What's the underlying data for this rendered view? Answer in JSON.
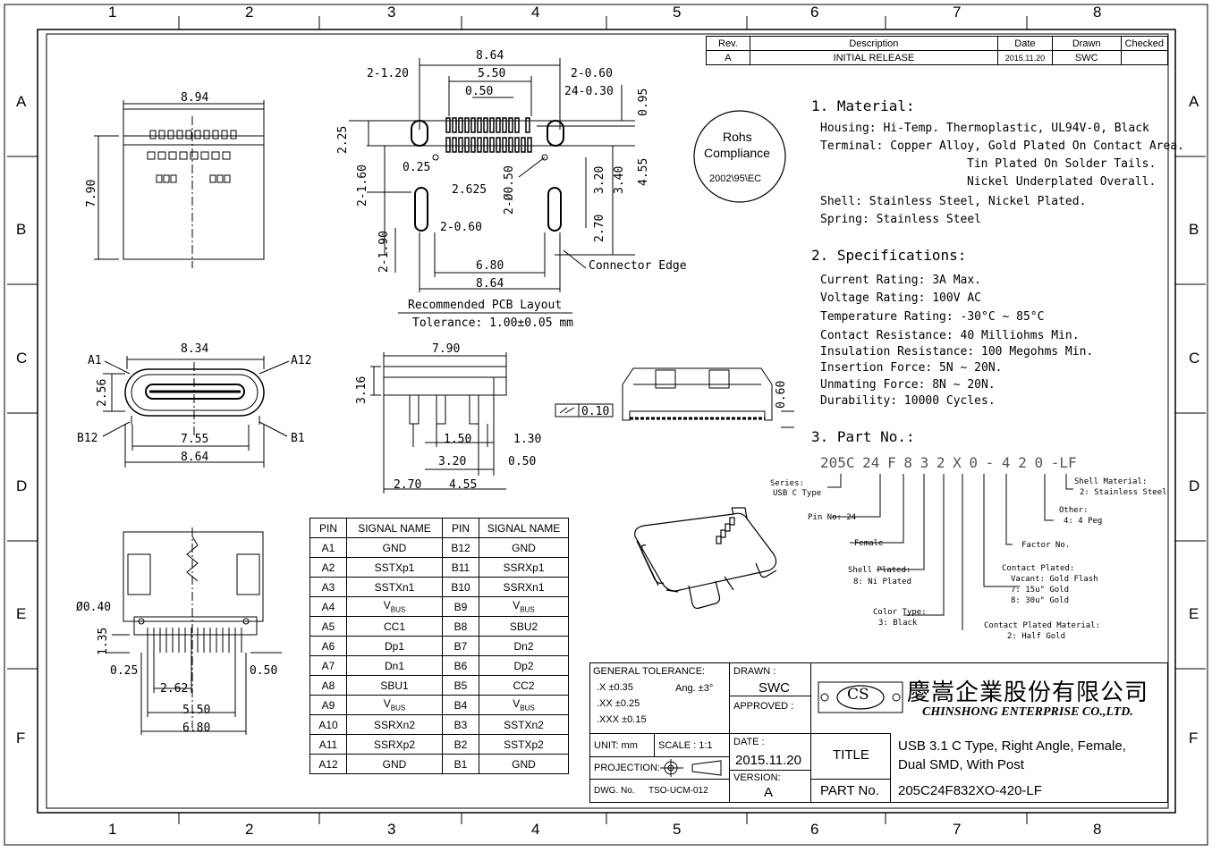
{
  "zones": {
    "columns": [
      "1",
      "2",
      "3",
      "4",
      "5",
      "6",
      "7",
      "8"
    ],
    "rows": [
      "A",
      "B",
      "C",
      "D",
      "E",
      "F"
    ]
  },
  "revision_table": {
    "headers": [
      "Rev.",
      "Description",
      "Date",
      "Drawn",
      "Checked"
    ],
    "row": [
      "A",
      "INITIAL RELEASE",
      "2015.11.20",
      "SWC",
      ""
    ]
  },
  "rohs": {
    "line1": "Rohs",
    "line2": "Compliance",
    "line3": "2002\\95\\EC"
  },
  "material": {
    "heading": "1. Material:",
    "lines": [
      "Housing: Hi-Temp. Thermoplastic, UL94V-0, Black",
      "Terminal: Copper Alloy, Gold Plated On Contact Area.",
      "Tin Plated On Solder Tails.",
      "Nickel Underplated Overall.",
      "Shell: Stainless Steel, Nickel Plated.",
      "Spring: Stainless Steel"
    ]
  },
  "specifications": {
    "heading": "2. Specifications:",
    "lines": [
      "Current Rating: 3A Max.",
      "Voltage Rating: 100V AC",
      "Temperature Rating: -30°C ~ 85°C",
      "Contact Resistance: 40 Milliohms Min.",
      "Insulation Resistance: 100 Megohms Min.",
      "Insertion Force: 5N ~ 20N.",
      "Unmating Force: 8N ~ 20N.",
      "Durability: 10000 Cycles."
    ]
  },
  "part_no": {
    "heading": "3. Part No.:",
    "code": "205C 24 F 8 3 2 X 0 - 4 2 0 -LF",
    "callouts": {
      "series": "Series:",
      "series2": "USB C Type",
      "pin_no": "Pin No: 24",
      "female": "Female",
      "shell_plated": "Shell Plated:",
      "shell_plated2": "8: Ni Plated",
      "color_type": "Color Type:",
      "color_type2": "3: Black",
      "contact_plated_material": "Contact Plated Material:",
      "contact_plated_material2": "2: Half Gold",
      "contact_plated": "Contact Plated:",
      "contact_plated2": "Vacant: Gold Flash",
      "contact_plated3": "7: 15u\" Gold",
      "contact_plated4": "8: 30u\" Gold",
      "factor_no": "Factor No.",
      "other": "Other:",
      "other2": "4: 4 Peg",
      "shell_material": "Shell Material:",
      "shell_material2": "2: Stainless Steel"
    }
  },
  "pcb_layout": {
    "title": "Recommended PCB Layout",
    "tolerance": "Tolerance: 1.00±0.05 mm",
    "dims": {
      "w864_top": "8.64",
      "w550": "5.50",
      "w050": "0.50",
      "d2_120": "2-1.20",
      "d2_060_tr": "2-0.60",
      "d24_030": "24-0.30",
      "v095": "0.95",
      "v225": "2.25",
      "v2_160": "2-1.60",
      "d025": "0.25",
      "d2625": "2.625",
      "d2_050": "2-Ø0.50",
      "v320": "3.20",
      "v340": "3.40",
      "v455": "4.55",
      "d2_060": "2-0.60",
      "v2_190": "2-1.90",
      "v270": "2.70",
      "w680": "6.80",
      "w864_bot": "8.64"
    },
    "connector_edge": "Connector Edge"
  },
  "top_view": {
    "w894": "8.94",
    "v790": "7.90"
  },
  "front_view": {
    "w834": "8.34",
    "v256": "2.56",
    "w755": "7.55",
    "w864": "8.64",
    "a1": "A1",
    "a12": "A12",
    "b12": "B12",
    "b1": "B1"
  },
  "side_view": {
    "w790": "7.90",
    "v316": "3.16",
    "d150": "1.50",
    "d130": "1.30",
    "d320": "3.20",
    "d050": "0.50",
    "d270": "2.70",
    "d455": "4.55"
  },
  "rear_view": {
    "flatness": "0.10",
    "v060": "0.60"
  },
  "bottom_view": {
    "d040": "Ø0.40",
    "v135": "1.35",
    "d025": "0.25",
    "d050": "0.50",
    "d262": "2.62",
    "d550": "5.50",
    "d680": "6.80"
  },
  "pin_table": {
    "headers": [
      "PIN",
      "SIGNAL NAME",
      "PIN",
      "SIGNAL NAME"
    ],
    "rows": [
      [
        "A1",
        "GND",
        "B12",
        "GND"
      ],
      [
        "A2",
        "SSTXp1",
        "B11",
        "SSRXp1"
      ],
      [
        "A3",
        "SSTXn1",
        "B10",
        "SSRXn1"
      ],
      [
        "A4",
        "VBUS",
        "B9",
        "VBUS"
      ],
      [
        "A5",
        "CC1",
        "B8",
        "SBU2"
      ],
      [
        "A6",
        "Dp1",
        "B7",
        "Dn2"
      ],
      [
        "A7",
        "Dn1",
        "B6",
        "Dp2"
      ],
      [
        "A8",
        "SBU1",
        "B5",
        "CC2"
      ],
      [
        "A9",
        "VBUS",
        "B4",
        "VBUS"
      ],
      [
        "A10",
        "SSRXn2",
        "B3",
        "SSTXn2"
      ],
      [
        "A11",
        "SSRXp2",
        "B2",
        "SSTXp2"
      ],
      [
        "A12",
        "GND",
        "B1",
        "GND"
      ]
    ]
  },
  "title_block": {
    "general_tolerance": "GENERAL TOLERANCE:",
    "tol_x": ".X ±0.35",
    "tol_ang": "Ang. ±3°",
    "tol_xx": ".XX ±0.25",
    "tol_xxx": ".XXX ±0.15",
    "drawn_label": "DRAWN :",
    "drawn_value": "SWC",
    "approved_label": "APPROVED :",
    "company_cn": "慶嵩企業股份有限公司",
    "company_en": "CHINSHONG ENTERPRISE CO.,LTD.",
    "logo_text": "CS",
    "unit": "UNIT: mm",
    "scale": "SCALE : 1:1",
    "date_label": "DATE :",
    "date_value": "2015.11.20",
    "title_label": "TITLE",
    "title_line1": "USB 3.1 C Type, Right Angle, Female,",
    "title_line2": "Dual SMD, With Post",
    "projection": "PROJECTION:",
    "version_label": "VERSION:",
    "version_value": "A",
    "dwg_label": "DWG. No.",
    "dwg_value": "TSO-UCM-012",
    "part_label": "PART No.",
    "part_value": "205C24F832XO-420-LF"
  }
}
